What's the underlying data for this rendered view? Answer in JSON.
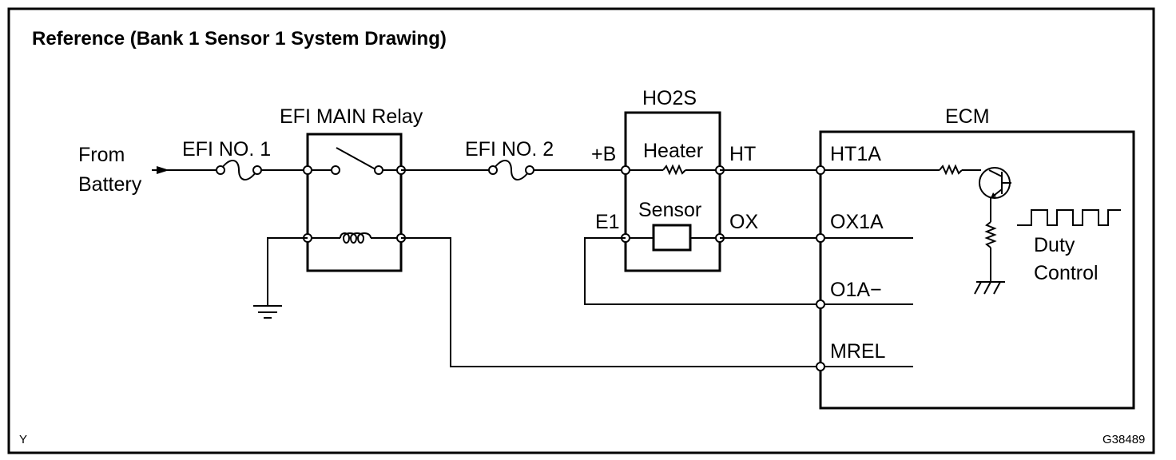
{
  "title": "Reference (Bank 1 Sensor 1 System Drawing)",
  "source": {
    "line1": "From",
    "line2": "Battery"
  },
  "fuse1_label": "EFI NO. 1",
  "relay_label": "EFI MAIN Relay",
  "fuse2_label": "EFI NO. 2",
  "ho2s": {
    "title": "HO2S",
    "heater_label": "Heater",
    "sensor_label": "Sensor",
    "pins": {
      "plus_b": "+B",
      "e1": "E1",
      "ht": "HT",
      "ox": "OX"
    }
  },
  "ecm": {
    "title": "ECM",
    "pins": {
      "ht1a": "HT1A",
      "ox1a": "OX1A",
      "o1a_minus": "O1A−",
      "mrel": "MREL"
    },
    "duty_control": {
      "line1": "Duty",
      "line2": "Control"
    }
  },
  "corner_code": "Y",
  "figure_code": "G38489"
}
